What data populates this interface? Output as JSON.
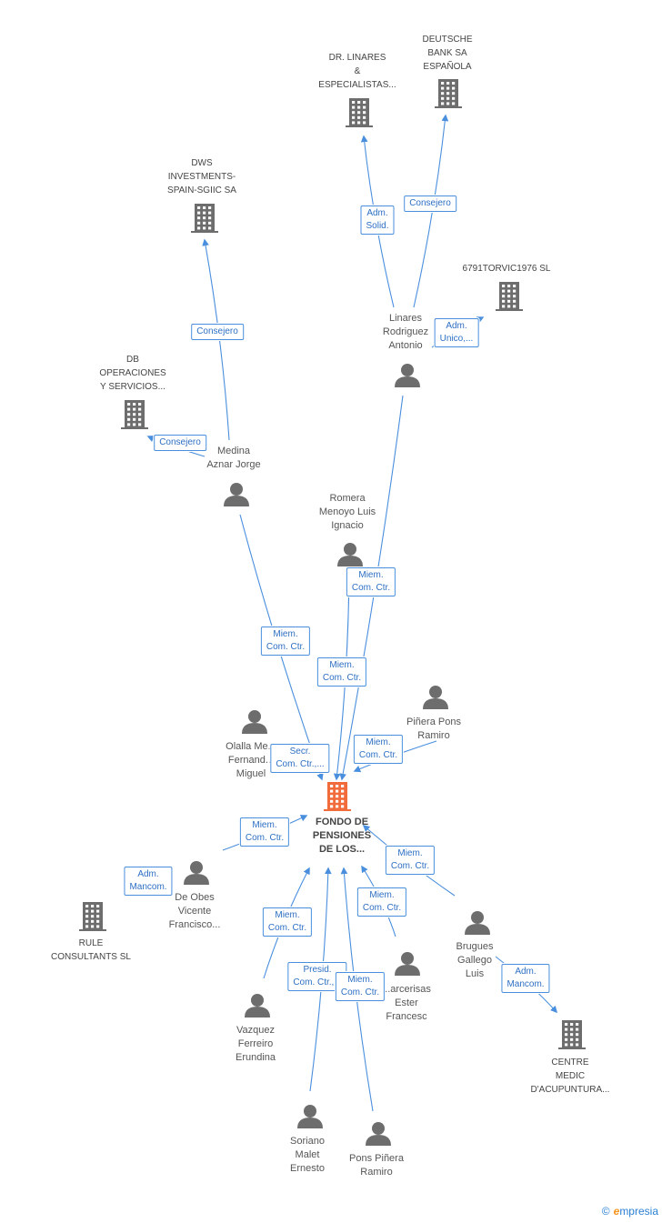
{
  "main_node": {
    "id": "fondo",
    "label": "FONDO DE\nPENSIONES\nDE LOS...",
    "color": "#f26b3a"
  },
  "nodes": [
    {
      "id": "dr_linares",
      "type": "company",
      "label": "DR. LINARES\n&\nESPECIALISTAS..."
    },
    {
      "id": "deutsche",
      "type": "company",
      "label": "DEUTSCHE\nBANK SA\nESPAÑOLA"
    },
    {
      "id": "dws",
      "type": "company",
      "label": "DWS\nINVESTMENTS-\nSPAIN-SGIIC SA"
    },
    {
      "id": "torvic",
      "type": "company",
      "label": "6791TORVIC1976 SL"
    },
    {
      "id": "db_oper",
      "type": "company",
      "label": "DB\nOPERACIONES\nY SERVICIOS..."
    },
    {
      "id": "linares",
      "type": "person",
      "label": "Linares\nRodriguez\nAntonio"
    },
    {
      "id": "medina",
      "type": "person",
      "label": "Medina\nAznar Jorge"
    },
    {
      "id": "romera",
      "type": "person",
      "label": "Romera\nMenoyo Luis\nIgnacio"
    },
    {
      "id": "pinera_pons",
      "type": "person",
      "label": "Piñera Pons\nRamiro"
    },
    {
      "id": "olalla",
      "type": "person",
      "label": "Olalla Me...\nFernand...\nMiguel"
    },
    {
      "id": "de_obes",
      "type": "person",
      "label": "De Obes\nVicente\nFrancisco..."
    },
    {
      "id": "rule",
      "type": "company",
      "label": "RULE\nCONSULTANTS SL"
    },
    {
      "id": "brugues",
      "type": "person",
      "label": "Brugues\nGallego\nLuis"
    },
    {
      "id": "centre",
      "type": "company",
      "label": "CENTRE\nMEDIC\nD'ACUPUNTURA..."
    },
    {
      "id": "vazquez",
      "type": "person",
      "label": "Vazquez\nFerreiro\nErundina"
    },
    {
      "id": "carcerisas",
      "type": "person",
      "label": "...arcerisas\nEster\nFrancesc"
    },
    {
      "id": "soriano",
      "type": "person",
      "label": "Soriano\nMalet\nErnesto"
    },
    {
      "id": "pons_pinera",
      "type": "person",
      "label": "Pons Piñera\nRamiro"
    }
  ],
  "relations": [
    {
      "id": "r1",
      "label": "Adm.\nSolid."
    },
    {
      "id": "r2",
      "label": "Consejero"
    },
    {
      "id": "r3",
      "label": "Adm.\nUnico,..."
    },
    {
      "id": "r4",
      "label": "Consejero"
    },
    {
      "id": "r5",
      "label": "Consejero"
    },
    {
      "id": "r6",
      "label": "Miem.\nCom. Ctr."
    },
    {
      "id": "r7",
      "label": "Miem.\nCom. Ctr."
    },
    {
      "id": "r8",
      "label": "Miem.\nCom. Ctr."
    },
    {
      "id": "r9",
      "label": "Miem.\nCom. Ctr."
    },
    {
      "id": "r10",
      "label": "Secr.\nCom. Ctr.,..."
    },
    {
      "id": "r11",
      "label": "Miem.\nCom. Ctr."
    },
    {
      "id": "r12",
      "label": "Adm.\nMancom."
    },
    {
      "id": "r13",
      "label": "Miem.\nCom. Ctr."
    },
    {
      "id": "r14",
      "label": "Miem.\nCom. Ctr."
    },
    {
      "id": "r15",
      "label": "Adm.\nMancom."
    },
    {
      "id": "r16",
      "label": "Miem.\nCom. Ctr."
    },
    {
      "id": "r17",
      "label": "Presid.\nCom. Ctr.,..."
    },
    {
      "id": "r18",
      "label": "Miem.\nCom. Ctr."
    }
  ],
  "colors": {
    "edge": "#4a8fde",
    "icon": "#6d6d6d",
    "main": "#f26b3a"
  },
  "footer": {
    "copyright": "©",
    "brand_e": "e",
    "brand_rest": "mpresia"
  }
}
